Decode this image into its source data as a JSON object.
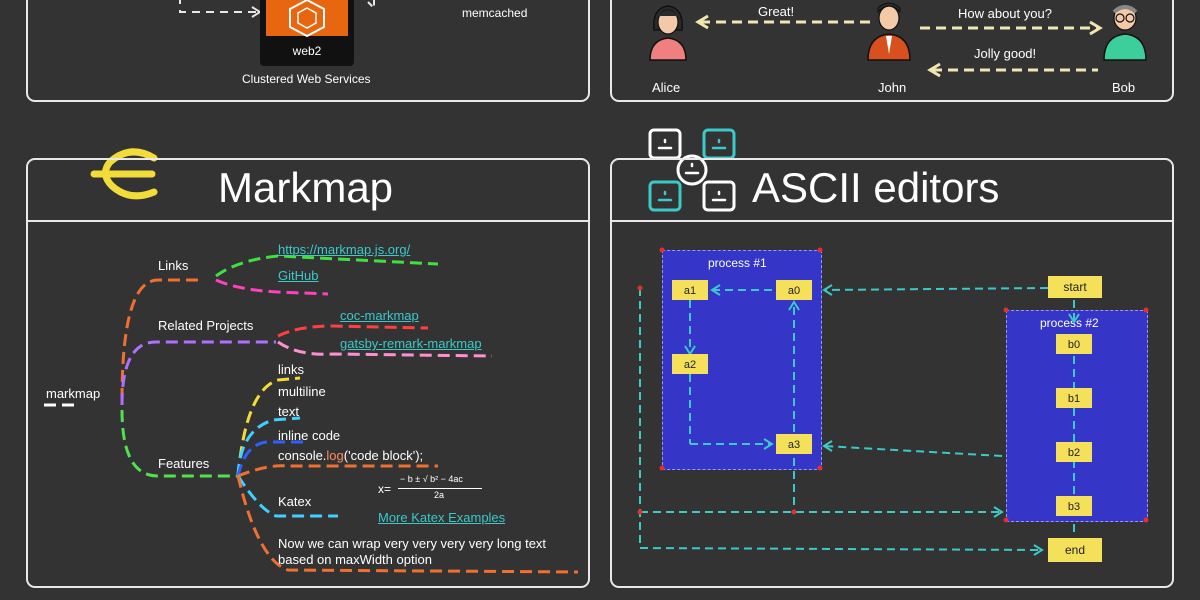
{
  "top_left": {
    "web_node_label": "web2",
    "cache_label": "memcached",
    "caption": "Clustered Web Services"
  },
  "top_right": {
    "people": [
      "Alice",
      "John",
      "Bob"
    ],
    "messages": [
      "Great!",
      "How about you?",
      "Jolly good!"
    ]
  },
  "markmap": {
    "title": "Markmap",
    "root": "markmap",
    "branches": [
      "Links",
      "Related Projects",
      "Features"
    ],
    "links": [
      "https://markmap.js.org/",
      "GitHub"
    ],
    "projects": [
      "coc-markmap",
      "gatsby-remark-markmap"
    ],
    "features": {
      "links": "links",
      "multiline": "multiline",
      "text": "text",
      "inline_code": "inline code",
      "code_block_prefix": "console.",
      "code_block_fn": "log",
      "code_block_suffix": "('code block');",
      "katex": "Katex",
      "katex_formula_lhs": "x=",
      "katex_numerator": "− b ± √ b² − 4ac",
      "katex_denominator": "2a",
      "katex_link": "More Katex Examples",
      "wrap_line1": "Now we can wrap very very very very long text",
      "wrap_line2": "based on maxWidth option"
    }
  },
  "ascii": {
    "title": "ASCII editors",
    "process1": "process #1",
    "process2": "process #2",
    "nodes": {
      "a0": "a0",
      "a1": "a1",
      "a2": "a2",
      "a3": "a3",
      "b0": "b0",
      "b1": "b1",
      "b2": "b2",
      "b3": "b3",
      "start": "start",
      "end": "end"
    }
  },
  "colors": {
    "background": "#333333",
    "border": "#e8e8e8",
    "process_fill": "#3535c8",
    "node_fill": "#f5e05a",
    "arrow": "#3bc9c9",
    "marker": "#e03030",
    "aws_orange": "#e8660f"
  }
}
